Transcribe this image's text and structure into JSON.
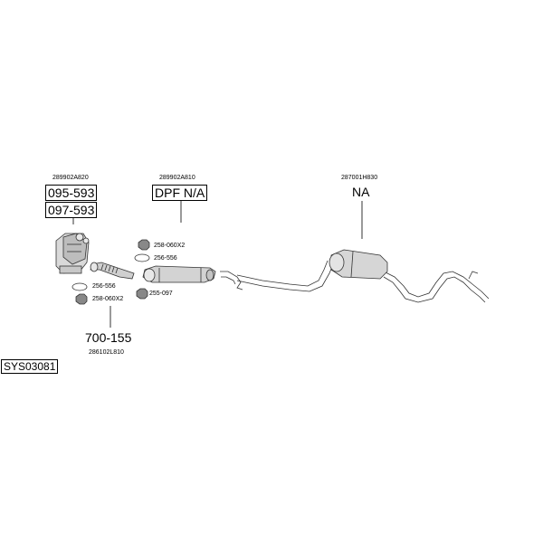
{
  "diagram_id": "SYS03081",
  "groups": [
    {
      "part_number": "289902A820",
      "codes": [
        "095-593",
        "097-593"
      ]
    },
    {
      "part_number": "289902A810",
      "code": "DPF N/A"
    },
    {
      "part_number": "287001H830",
      "code": "NA"
    },
    {
      "part_number": "286102L810",
      "code": "700-155"
    }
  ],
  "fittings": [
    {
      "code": "258-060X2"
    },
    {
      "code": "256-556"
    },
    {
      "code": "256-556"
    },
    {
      "code": "258-060X2"
    },
    {
      "code": "255-097"
    }
  ]
}
